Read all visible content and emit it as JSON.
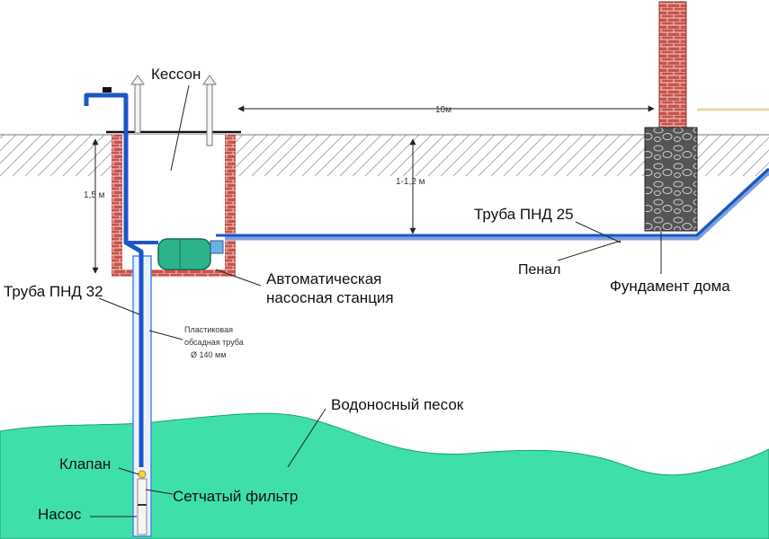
{
  "labels": {
    "caisson": "Кессон",
    "distance": "10м",
    "depth_small": "1-1,2 м",
    "depth_left": "1,5 м",
    "pipe_25": "Труба ПНД 25",
    "casing_sleeve": "Пенал",
    "house_foundation": "Фундамент дома",
    "pump_station_line1": "Автоматическая",
    "pump_station_line2": "насосная станция",
    "pipe_32": "Труба ПНД 32",
    "casing_line1": "Пластиковая",
    "casing_line2": "обсадная труба",
    "casing_line3": "Ø 140 мм",
    "aquifer": "Водоносный песок",
    "valve": "Клапан",
    "mesh_filter": "Сетчатый фильтр",
    "pump": "Насос"
  },
  "colors": {
    "pipe": "#1c55c8",
    "pipe_light": "#4d86e8",
    "brick": "#c0504d",
    "aquifer": "#3ee0a8",
    "pump_station": "#2db38a",
    "foundation": "#4a4a4a"
  }
}
